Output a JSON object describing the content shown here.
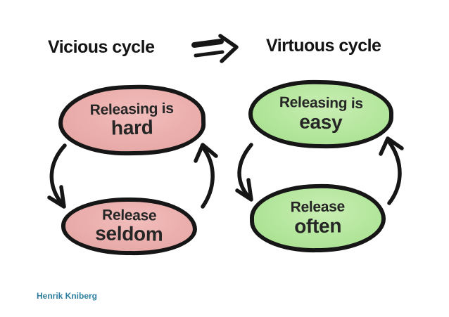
{
  "diagram": {
    "attribution": "Henrik Kniberg",
    "left_cycle": {
      "title": "Vicious cycle",
      "top_node": {
        "line1": "Releasing is",
        "line2": "hard"
      },
      "bottom_node": {
        "line1": "Release",
        "line2": "seldom"
      }
    },
    "right_cycle": {
      "title": "Virtuous cycle",
      "top_node": {
        "line1": "Releasing is",
        "line2": "easy"
      },
      "bottom_node": {
        "line1": "Release",
        "line2": "often"
      }
    },
    "colors": {
      "vicious_fill": "#eaaeac",
      "virtuous_fill": "#b3e69c",
      "ink": "#161616",
      "attribution_text": "#2e7f9f"
    }
  }
}
